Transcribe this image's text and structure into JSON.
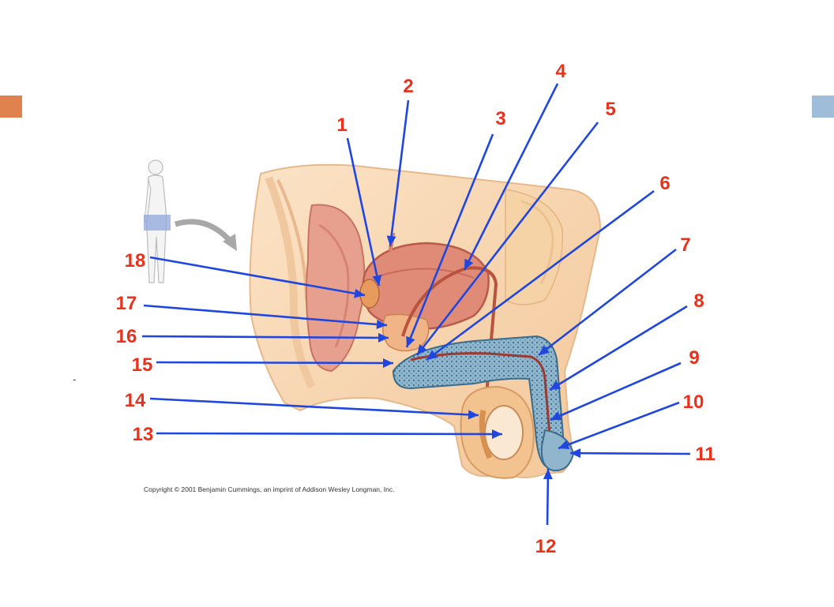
{
  "colors": {
    "accent_left": "#e0824e",
    "accent_right": "#9fbcd9",
    "label_red": "#e8321c",
    "leader_blue": "#1f47e0"
  },
  "copyright": "Copyright © 2001 Benjamin Cummings, an imprint of Addison Wesley Longman, Inc.",
  "labels": [
    "1",
    "2",
    "3",
    "4",
    "5",
    "6",
    "7",
    "8",
    "9",
    "10",
    "11",
    "12",
    "13",
    "14",
    "15",
    "16",
    "17",
    "18"
  ],
  "stray_mark": "-"
}
